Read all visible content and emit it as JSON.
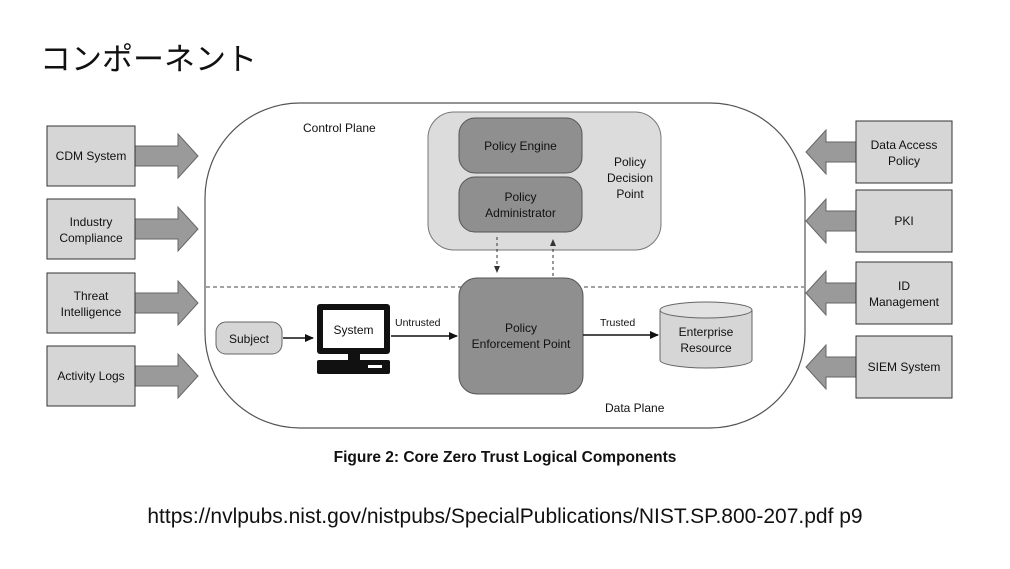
{
  "slide_title": "コンポーネント",
  "control_plane_label": "Control Plane",
  "data_plane_label": "Data Plane",
  "pdp": {
    "label_line1": "Policy",
    "label_line2": "Decision",
    "label_line3": "Point",
    "engine_label": "Policy Engine",
    "admin_line1": "Policy",
    "admin_line2": "Administrator"
  },
  "pep": {
    "line1": "Policy",
    "line2": "Enforcement Point"
  },
  "subject_label": "Subject",
  "system_label": "System",
  "untrusted_label": "Untrusted",
  "trusted_label": "Trusted",
  "resource": {
    "line1": "Enterprise",
    "line2": "Resource"
  },
  "left_inputs": [
    {
      "line1": "CDM System",
      "line2": ""
    },
    {
      "line1": "Industry",
      "line2": "Compliance"
    },
    {
      "line1": "Threat",
      "line2": "Intelligence"
    },
    {
      "line1": "Activity Logs",
      "line2": ""
    }
  ],
  "right_inputs": [
    {
      "line1": "Data Access",
      "line2": "Policy"
    },
    {
      "line1": "PKI",
      "line2": ""
    },
    {
      "line1": "ID",
      "line2": "Management"
    },
    {
      "line1": "SIEM System",
      "line2": ""
    }
  ],
  "caption": "Figure 2: Core Zero Trust Logical Components",
  "source": "https://nvlpubs.nist.gov/nistpubs/SpecialPublications/NIST.SP.800-207.pdf   p9",
  "colors": {
    "box_fill": "#d6d6d6",
    "pdp_fill": "#dcdcdc",
    "dark_fill": "#8f8f8f",
    "arrow_fill": "#9a9a9a",
    "stroke": "#333333"
  }
}
